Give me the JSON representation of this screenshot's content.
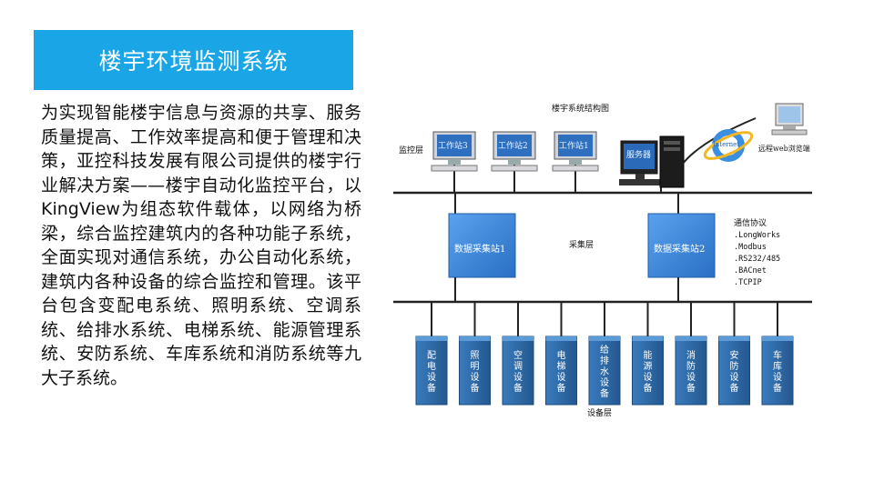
{
  "slide": {
    "title": "楼宇环境监测系统",
    "description": "为实现智能楼宇信息与资源的共享、服务质量提高、工作效率提高和便于管理和决策，亚控科技发展有限公司提供的楼宇行业解决方案——楼宇自动化监控平台，以KingView为组态软件载体，以网络为桥梁，综合监控建筑内的各种功能子系统，全面实现对通信系统，办公自动化系统，建筑内各种设备的综合监控和管理。该平台包含变配电系统、照明系统、空调系统、给排水系统、电梯系统、能源管理系统、安防系统、车库系统和消防系统等九大子系统。"
  },
  "diagram": {
    "title": "楼宇系统结构图",
    "layers": {
      "monitor": "监控层",
      "acquisition": "采集层",
      "device": "设备层"
    },
    "workstations": [
      "工作站3",
      "工作站2",
      "工作站1"
    ],
    "server": "服务器",
    "internet_label": "Internet",
    "remote_client": "远程web浏览端",
    "stations": [
      "数据采集站1",
      "数据采集站2"
    ],
    "protocol_title": "通信协议",
    "protocols": [
      ".LongWorks",
      ".Modbus",
      ".RS232/485",
      ".BACnet",
      ".TCPIP"
    ],
    "devices": [
      "配电设备",
      "照明设备",
      "空调设备",
      "电梯设备",
      "给排水设备",
      "能源设备",
      "消防设备",
      "安防设备",
      "车库设备"
    ],
    "colors": {
      "cabinet": "#2f6da9",
      "station": "#3b82d6",
      "banner": "#1aa5e6"
    }
  }
}
